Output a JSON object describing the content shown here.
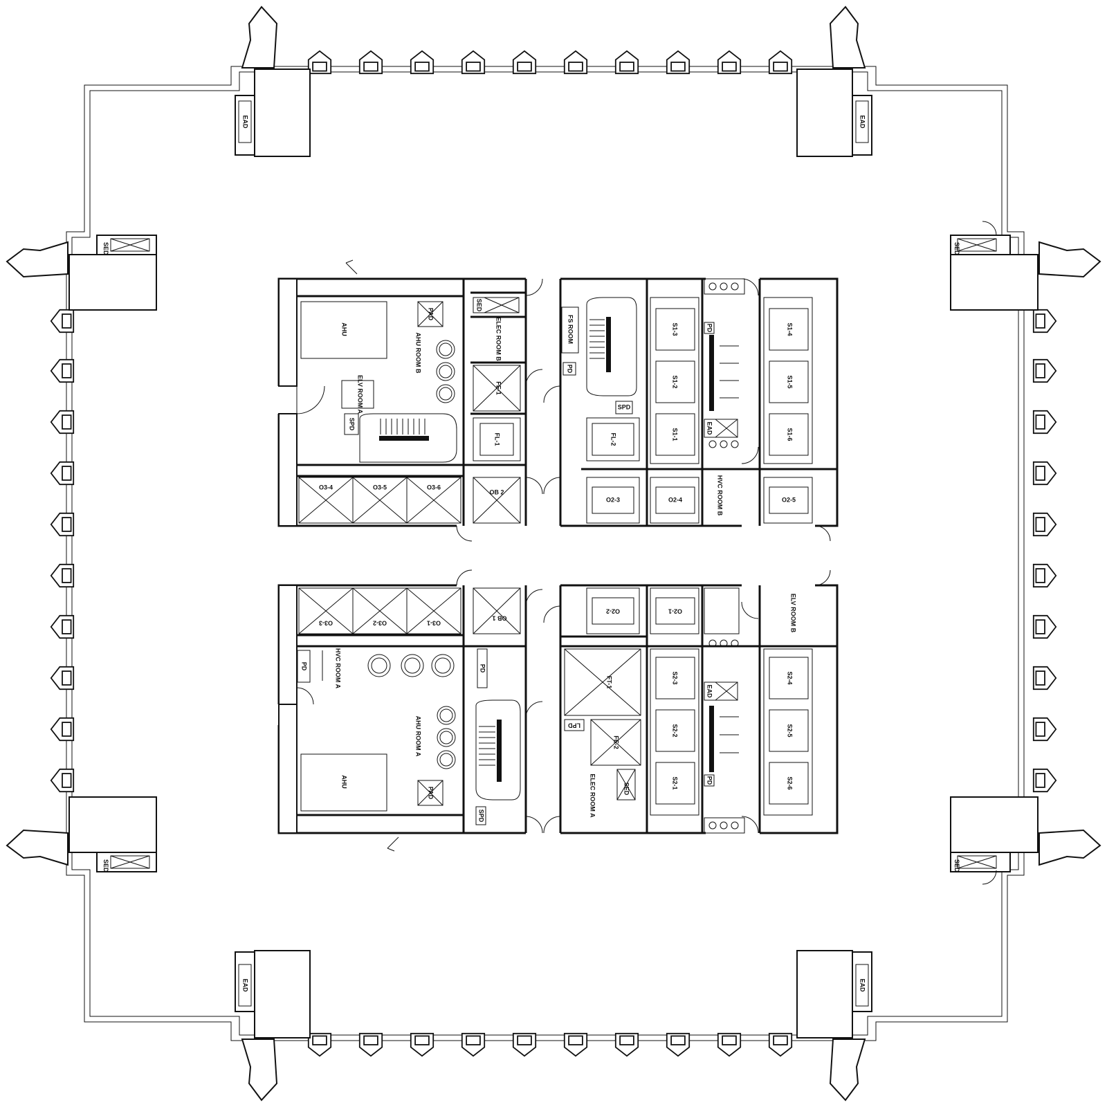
{
  "plan": {
    "labels": {
      "ahu_b": "AHU",
      "ahu_room_b": "AHU ROOM B",
      "pad_b": "PAD",
      "elv_room_a": "ELV ROOM A",
      "spd_a": "SPD",
      "sed_core": "SED",
      "elec_room_b": "ELEC ROOM B",
      "fe_1": "FE-1",
      "fl_1": "FL-1",
      "fs_room": "FS ROOM",
      "pd_top": "PD",
      "spd_b": "SPD",
      "fl_2": "FL-2",
      "s1_3": "S1-3",
      "s1_2": "S1-2",
      "s1_1": "S1-1",
      "s1_4": "S1-4",
      "s1_5": "S1-5",
      "s1_6": "S1-6",
      "pd_s1": "PD",
      "ead_s1": "EAD",
      "o3_4": "O3-4",
      "o3_5": "O3-5",
      "o3_6": "O3-6",
      "ob_2": "OB 2",
      "o2_3": "O2-3",
      "o2_4": "O2-4",
      "hvc_room_b": "HVC ROOM B",
      "o2_5": "O2-5",
      "o3_3": "O3-3",
      "o3_2": "O3-2",
      "o3_1": "O3-1",
      "ob_1": "OB 1",
      "o2_2": "O2-2",
      "o2_1": "O2-1",
      "elv_room_b": "ELV ROOM B",
      "pd_hvc": "PD",
      "hvc_room_a": "HVC ROOM A",
      "pd_stair": "PD",
      "ahu_room_a": "AHU ROOM A",
      "ahu_a": "AHU",
      "pad_a": "PAD",
      "spd_c": "SPD",
      "ft_1": "FT-1",
      "lpd": "LPD",
      "fe_2": "FE-2",
      "elec_room_a": "ELEC ROOM A",
      "sed_elec": "SED",
      "s2_3": "S2-3",
      "s2_2": "S2-2",
      "s2_1": "S2-1",
      "s2_4": "S2-4",
      "s2_5": "S2-5",
      "s2_6": "S2-6",
      "ead_s2": "EAD",
      "pd_s2": "PD",
      "ead_nw": "EAD",
      "ead_ne": "EAD",
      "ead_sw": "EAD",
      "ead_se": "EAD",
      "sed_wn": "SED",
      "sed_ws": "SED",
      "sed_en": "SED",
      "sed_es": "SED"
    }
  }
}
